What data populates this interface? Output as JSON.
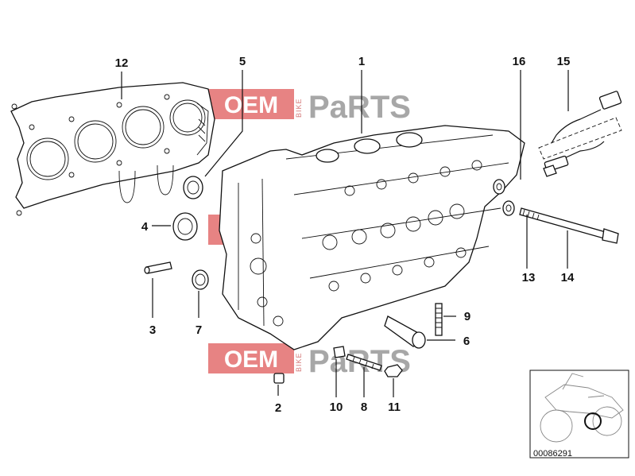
{
  "diagram": {
    "callouts": [
      {
        "id": "c1",
        "label": "1"
      },
      {
        "id": "c2",
        "label": "2"
      },
      {
        "id": "c3",
        "label": "3"
      },
      {
        "id": "c4",
        "label": "4"
      },
      {
        "id": "c5",
        "label": "5"
      },
      {
        "id": "c6",
        "label": "6"
      },
      {
        "id": "c7",
        "label": "7"
      },
      {
        "id": "c8",
        "label": "8"
      },
      {
        "id": "c9",
        "label": "9"
      },
      {
        "id": "c10",
        "label": "10"
      },
      {
        "id": "c11",
        "label": "11"
      },
      {
        "id": "c12",
        "label": "12"
      },
      {
        "id": "c13",
        "label": "13"
      },
      {
        "id": "c14",
        "label": "14"
      },
      {
        "id": "c15",
        "label": "15"
      },
      {
        "id": "c16",
        "label": "16"
      }
    ],
    "reference_number": "00086291"
  },
  "watermark": {
    "oem": "OEM",
    "bike": "BIKE",
    "parts": "PaRTS",
    "accent_color": "#e05a5a",
    "parts_color": "#8a8a8a"
  },
  "colors": {
    "line": "#111111",
    "background": "#ffffff"
  }
}
